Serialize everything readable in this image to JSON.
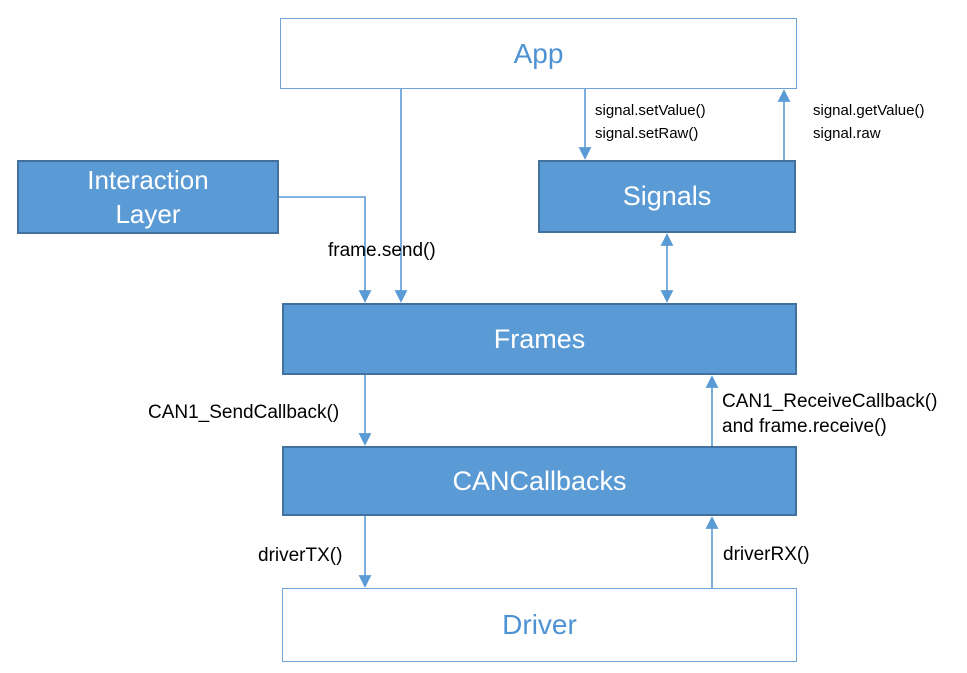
{
  "colors": {
    "box_fill": "#5B9BD5",
    "box_border": "#41719C",
    "connector": "#5B9BD5",
    "outline_box_border": "#6FA4DB",
    "outline_box_text": "#4D92D3",
    "filled_box_text": "#FFFFFF",
    "label_text": "#000000",
    "background": "#FFFFFF"
  },
  "nodes": {
    "app": {
      "label": "App"
    },
    "interaction_layer": {
      "label_line1": "Interaction",
      "label_line2": "Layer"
    },
    "signals": {
      "label": "Signals"
    },
    "frames": {
      "label": "Frames"
    },
    "cancallbacks": {
      "label": "CANCallbacks"
    },
    "driver": {
      "label": "Driver"
    }
  },
  "edge_labels": {
    "frame_send": "frame.send()",
    "signal_set_line1": "signal.setValue()",
    "signal_set_line2": "signal.setRaw()",
    "signal_get_line1": "signal.getValue()",
    "signal_get_line2": "signal.raw",
    "can1_send": "CAN1_SendCallback()",
    "can1_receive_line1": "CAN1_ReceiveCallback()",
    "can1_receive_line2": "and frame.receive()",
    "driver_tx": "driverTX()",
    "driver_rx": "driverRX()"
  }
}
